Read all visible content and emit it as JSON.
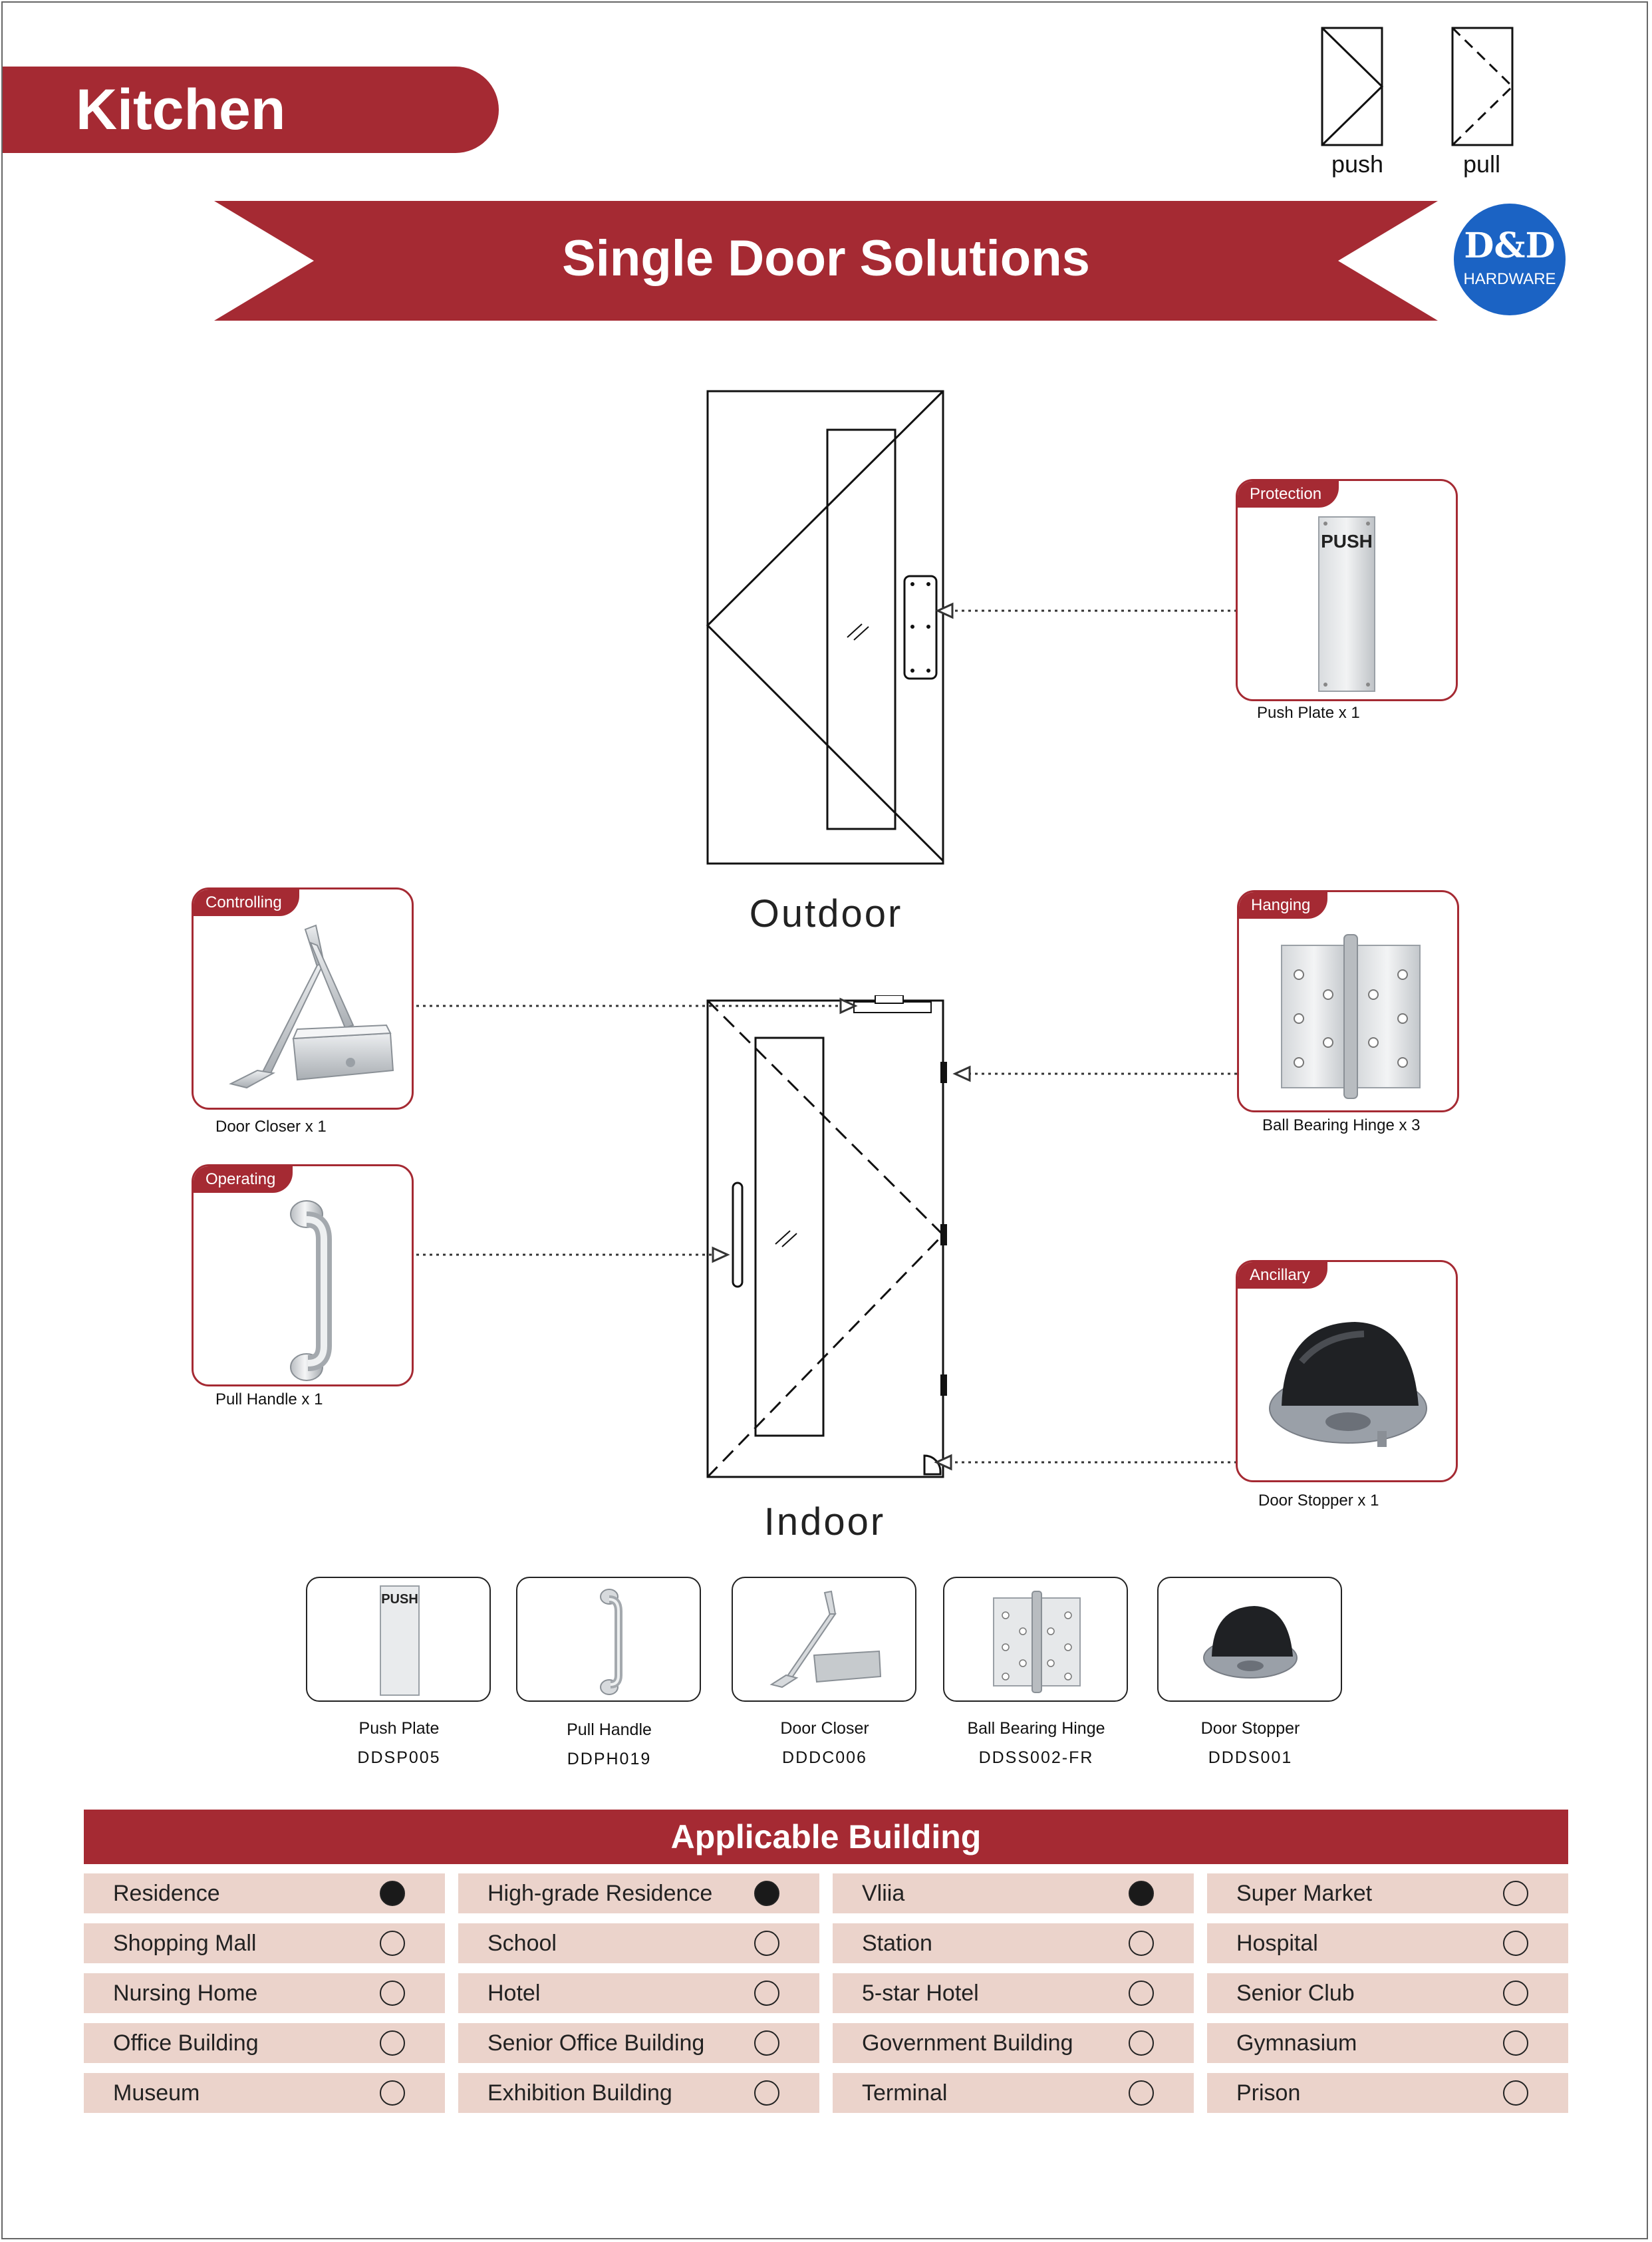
{
  "header": {
    "title": "Kitchen"
  },
  "legend": {
    "push_label": "push",
    "pull_label": "pull"
  },
  "banner": {
    "title": "Single Door Solutions"
  },
  "logo": {
    "mark": "D&D",
    "sub": "HARDWARE"
  },
  "diagram": {
    "outdoor_label": "Outdoor",
    "indoor_label": "Indoor"
  },
  "callouts": {
    "protection": {
      "tag": "Protection",
      "caption": "Push Plate x 1",
      "plate_text": "PUSH"
    },
    "controlling": {
      "tag": "Controlling",
      "caption": "Door Closer x 1"
    },
    "hanging": {
      "tag": "Hanging",
      "caption": "Ball Bearing Hinge x 3"
    },
    "operating": {
      "tag": "Operating",
      "caption": "Pull Handle x 1"
    },
    "ancillary": {
      "tag": "Ancillary",
      "caption": "Door Stopper x 1"
    }
  },
  "products": [
    {
      "name": "Push Plate",
      "code": "DDSP005",
      "plate_text": "PUSH"
    },
    {
      "name": "Pull Handle",
      "code": "DDPH019"
    },
    {
      "name": "Door Closer",
      "code": "DDDC006"
    },
    {
      "name": "Ball Bearing Hinge",
      "code": "DDSS002-FR"
    },
    {
      "name": "Door Stopper",
      "code": "DDDS001"
    }
  ],
  "applicable_building": {
    "title": "Applicable Building",
    "items": [
      {
        "label": "Residence",
        "selected": true
      },
      {
        "label": "High-grade Residence",
        "selected": true
      },
      {
        "label": "Vliia",
        "selected": true
      },
      {
        "label": "Super Market",
        "selected": false
      },
      {
        "label": "Shopping Mall",
        "selected": false
      },
      {
        "label": "School",
        "selected": false
      },
      {
        "label": "Station",
        "selected": false
      },
      {
        "label": "Hospital",
        "selected": false
      },
      {
        "label": "Nursing Home",
        "selected": false
      },
      {
        "label": "Hotel",
        "selected": false
      },
      {
        "label": "5-star Hotel",
        "selected": false
      },
      {
        "label": "Senior Club",
        "selected": false
      },
      {
        "label": "Office Building",
        "selected": false
      },
      {
        "label": "Senior Office Building",
        "selected": false
      },
      {
        "label": "Government Building",
        "selected": false
      },
      {
        "label": "Gymnasium",
        "selected": false
      },
      {
        "label": "Museum",
        "selected": false
      },
      {
        "label": "Exhibition Building",
        "selected": false
      },
      {
        "label": "Terminal",
        "selected": false
      },
      {
        "label": "Prison",
        "selected": false
      }
    ]
  },
  "colors": {
    "accent": "#a52a33",
    "logo_blue": "#1b63c4",
    "cell_bg": "#ebd3cb"
  }
}
